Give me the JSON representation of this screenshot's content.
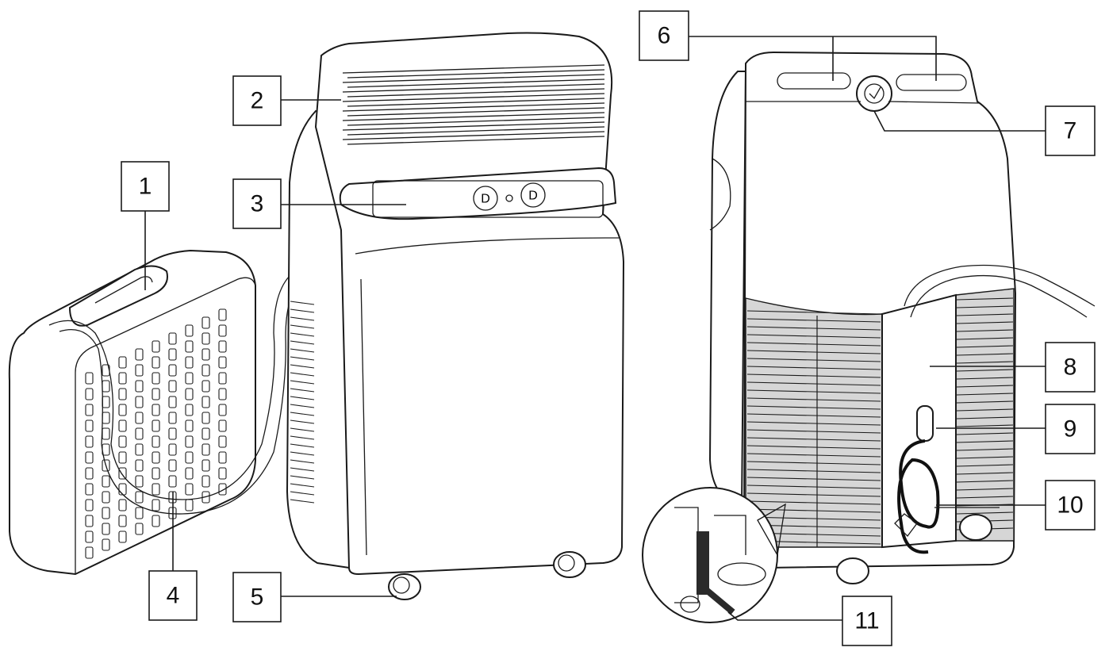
{
  "callouts": [
    {
      "id": "callout-1",
      "label": "1"
    },
    {
      "id": "callout-2",
      "label": "2"
    },
    {
      "id": "callout-3",
      "label": "3"
    },
    {
      "id": "callout-4",
      "label": "4"
    },
    {
      "id": "callout-5",
      "label": "5"
    },
    {
      "id": "callout-6",
      "label": "6"
    },
    {
      "id": "callout-7",
      "label": "7"
    },
    {
      "id": "callout-8",
      "label": "8"
    },
    {
      "id": "callout-9",
      "label": "9"
    },
    {
      "id": "callout-10",
      "label": "10"
    },
    {
      "id": "callout-11",
      "label": "11"
    }
  ],
  "colors": {
    "line": "#1a1a1a",
    "grille_fill": "#d6d6d6",
    "background": "#ffffff"
  }
}
